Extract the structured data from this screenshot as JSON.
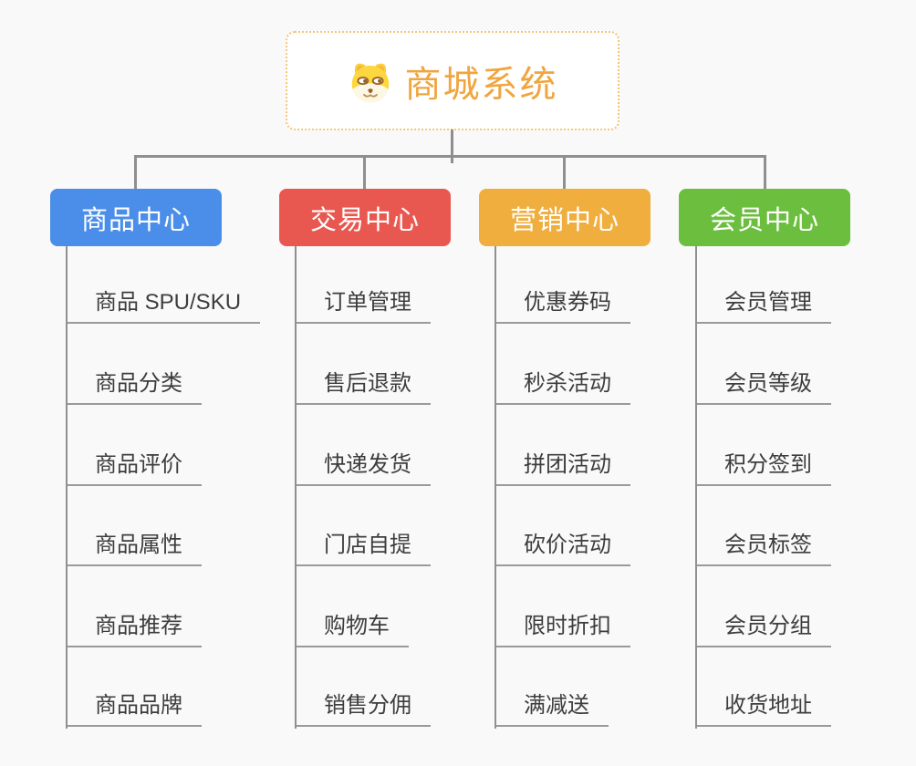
{
  "page": {
    "background_color": "#f9f9f9",
    "connector_color": "#8f8f8f",
    "underline_color": "#9a9a9a",
    "leaf_text_color": "#3d3d3d"
  },
  "root": {
    "title": "商城系统",
    "title_color": "#f0a53f",
    "border_color": "#f4c577",
    "icon": "shiba-dog-icon"
  },
  "branches": [
    {
      "label": "商品中心",
      "color": "#4a8ee9",
      "items": [
        "商品 SPU/SKU",
        "商品分类",
        "商品评价",
        "商品属性",
        "商品推荐",
        "商品品牌"
      ]
    },
    {
      "label": "交易中心",
      "color": "#e85850",
      "items": [
        "订单管理",
        "售后退款",
        "快递发货",
        "门店自提",
        "购物车",
        "销售分佣"
      ]
    },
    {
      "label": "营销中心",
      "color": "#efae3d",
      "items": [
        "优惠券码",
        "秒杀活动",
        "拼团活动",
        "砍价活动",
        "限时折扣",
        "满减送"
      ]
    },
    {
      "label": "会员中心",
      "color": "#6cbe3f",
      "items": [
        "会员管理",
        "会员等级",
        "积分签到",
        "会员标签",
        "会员分组",
        "收货地址"
      ]
    }
  ]
}
